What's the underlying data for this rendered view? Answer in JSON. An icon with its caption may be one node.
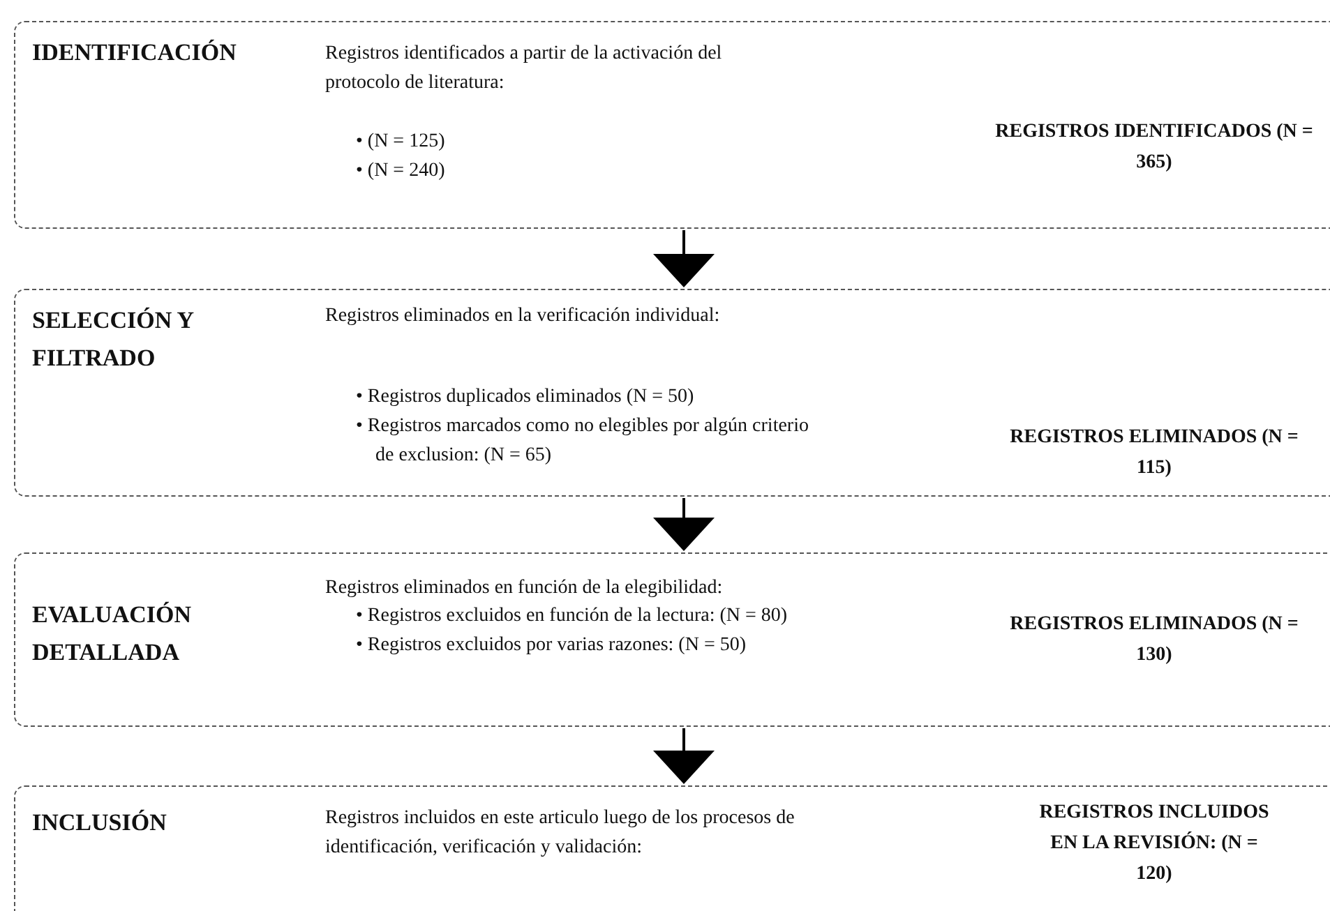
{
  "diagram": {
    "nodes": [
      {
        "text": [
          "IDENTIFICACIÓN",
          "Registros identificados a partir de la activación del protocolo de literatura:",
          "• (N = 125)",
          "• (N = 240)",
          "REGISTROS IDENTIFICADOS (N = 365)"
        ]
      },
      {
        "text": [
          "SELECCIÓN Y FILTRADO",
          "Registros eliminados en la verificación individual:",
          "• Registros duplicados eliminados (N = 50)",
          "• Registros marcados como no elegibles por algún criterio de exclusion: (N = 65)",
          "REGISTROS ELIMINADOS (N = 115)"
        ]
      },
      {
        "text": [
          "EVALUACIÓN DETALLADA",
          "Registros eliminados en función de la elegibilidad:",
          "• Registros excluidos en función de la lectura: (N = 80)",
          "• Registros excluidos por varias razones: (N = 50)",
          "REGISTROS ELIMINADOS (N = 130)"
        ]
      },
      {
        "text": [
          "INCLUSIÓN",
          "Registros incluidos en este articulo luego de los procesos de identificación, verificación y validación:",
          "REGISTROS INCLUIDOS EN LA REVISIÓN: (N = 120)"
        ]
      }
    ],
    "edges": [
      {
        "from": 0,
        "to": 1,
        "arrow": "to"
      },
      {
        "from": 1,
        "to": 2,
        "arrow": "to"
      },
      {
        "from": 2,
        "to": 3,
        "arrow": "to"
      }
    ]
  }
}
